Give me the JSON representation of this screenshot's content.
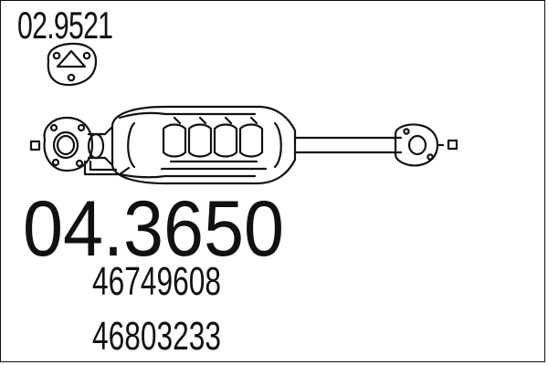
{
  "gasket_code": "02.9521",
  "part_number": "04.3650",
  "oem_references": [
    "46749608",
    "46803233"
  ],
  "colors": {
    "line": "#111111",
    "background": "#ffffff"
  }
}
